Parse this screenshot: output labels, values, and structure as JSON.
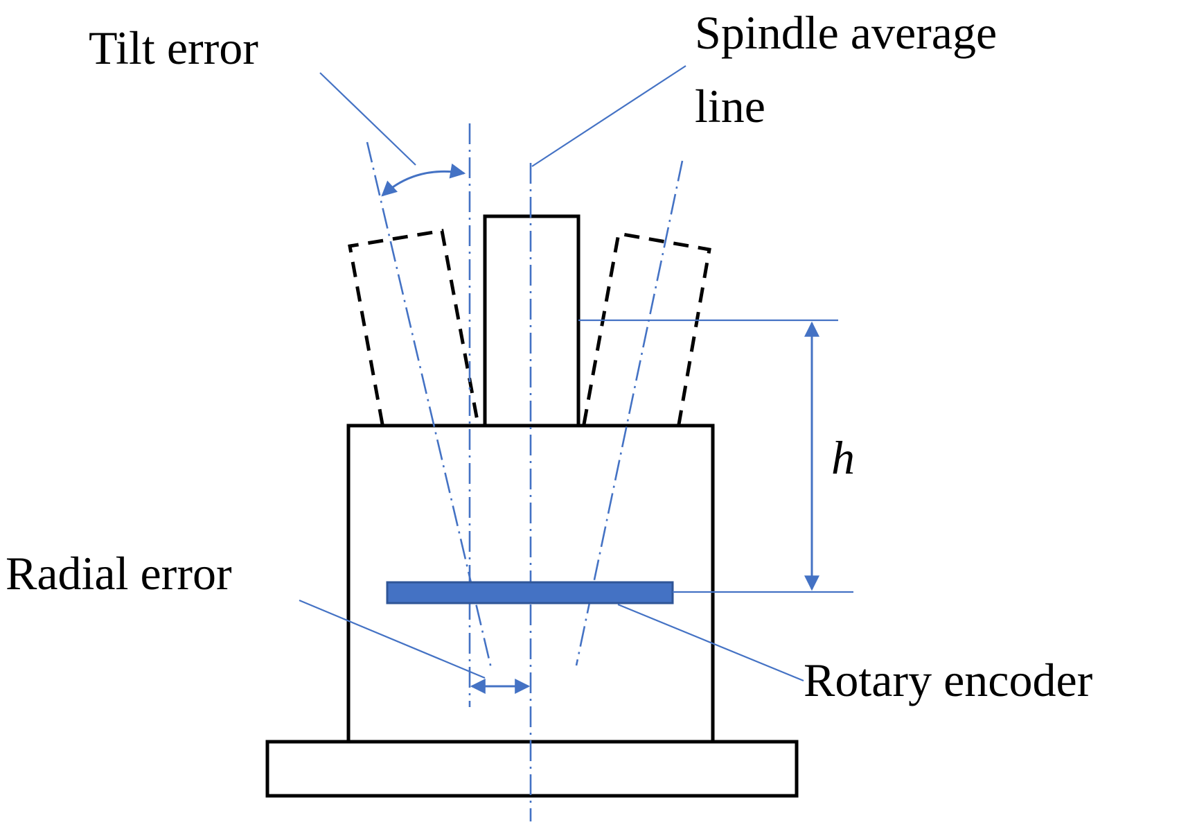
{
  "labels": {
    "tilt_error": "Tilt error",
    "spindle_average_line_1": "Spindle average",
    "spindle_average_line_2": "line",
    "height": "h",
    "radial_error": "Radial error",
    "rotary_encoder": "Rotary encoder"
  },
  "colors": {
    "blue": "#4472C4",
    "encoder_fill": "#4472C4",
    "encoder_stroke": "#2F5597",
    "outline": "#000000"
  }
}
